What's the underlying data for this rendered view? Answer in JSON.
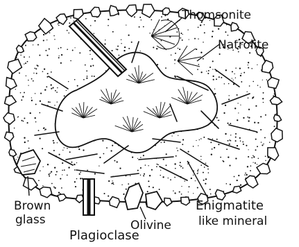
{
  "labels": {
    "thomsonite": "Thomsonite",
    "natrolite": "Natrolite",
    "brown_glass_line1": "Brown",
    "brown_glass_line2": "glass",
    "olivine": "Olivine",
    "enigmatite_line1": "Enigmatite",
    "enigmatite_line2": "like mineral",
    "plagioclase": "Plagioclase"
  },
  "colors": {
    "ink": "#111111",
    "paper": "#ffffff"
  }
}
